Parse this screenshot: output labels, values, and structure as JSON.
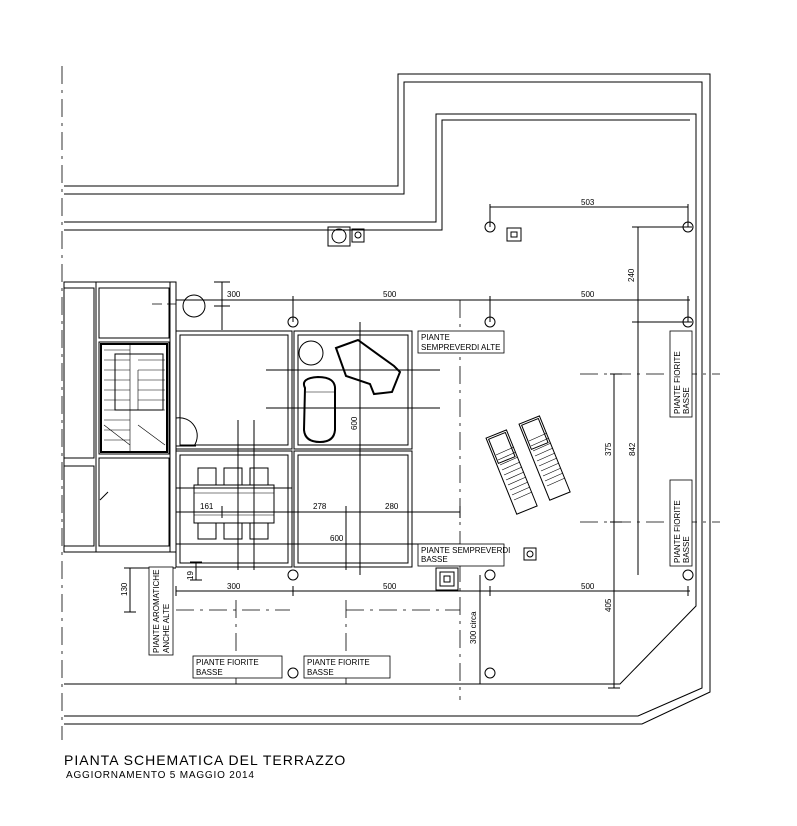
{
  "title": "PIANTA SCHEMATICA DEL TERRAZZO",
  "subtitle": "AGGIORNAMENTO 5 MAGGIO 2014",
  "labels": {
    "sempreverdi_alte": [
      "PIANTE",
      "SEMPREVERDI ALTE"
    ],
    "sempreverdi_basse": [
      "PIANTE SEMPREVERDI",
      "BASSE"
    ],
    "aromatiche": [
      "PIANTE AROMATICHE",
      "ANCHE ALTE"
    ],
    "fiorite_basse_1": [
      "PIANTE FIORITE",
      "BASSE"
    ],
    "fiorite_basse_2": [
      "PIANTE FIORITE",
      "BASSE"
    ],
    "fiorite_basse_right_top": [
      "PIANTE FIORITE",
      "BASSE"
    ],
    "fiorite_basse_right_bottom": [
      "PIANTE FIORITE",
      "BASSE"
    ]
  },
  "dimensions": {
    "top_503": "503",
    "right_240": "240",
    "row1_300": "300",
    "row1_500a": "500",
    "row1_500b": "500",
    "v_375": "375",
    "v_842": "842",
    "v_600": "600",
    "h_161": "161",
    "h_278": "278",
    "h_280": "280",
    "h_600": "600",
    "v_19": "19",
    "v_130": "130",
    "row2_300": "300",
    "row2_500a": "500",
    "row2_500b": "500",
    "v_405": "405",
    "v_300circa": "300 circa"
  }
}
